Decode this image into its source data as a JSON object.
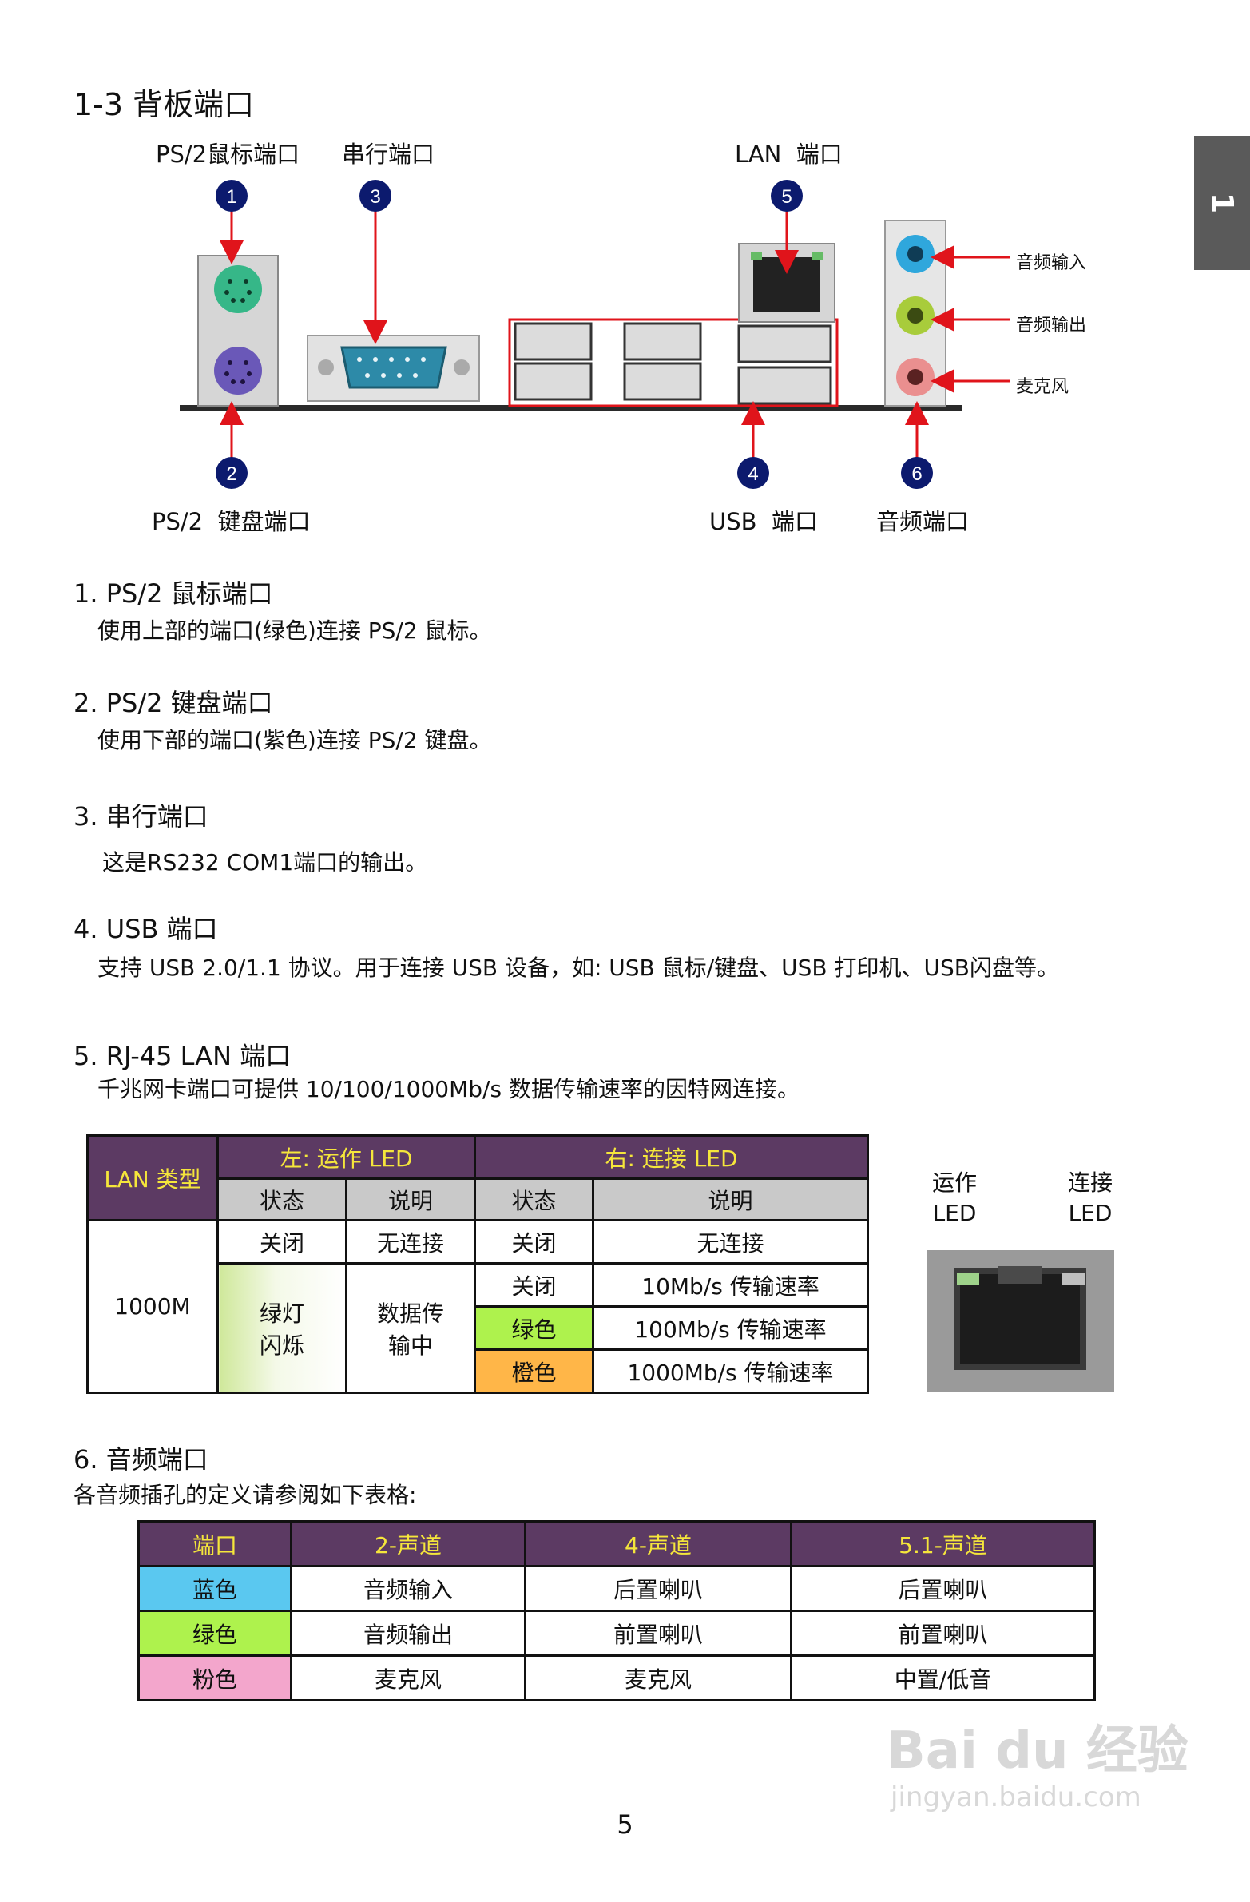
{
  "heading": "1-3 背板端口",
  "side_tab": "1",
  "diagram": {
    "labels": {
      "ps2_mouse": "PS/2鼠标端口",
      "serial": "串行端口",
      "lan": "LAN  端口",
      "ps2_keyboard": "PS/2  键盘端口",
      "usb": "USB  端口",
      "audio": "音频端口",
      "audio_in": "音频输入",
      "audio_out": "音频输出",
      "mic": "麦克风"
    },
    "markers": [
      "1",
      "2",
      "3",
      "4",
      "5",
      "6"
    ]
  },
  "sections": [
    {
      "title": "1. PS/2 鼠标端口",
      "body": "使用上部的端口(绿色)连接 PS/2 鼠标。"
    },
    {
      "title": "2. PS/2 键盘端口",
      "body": "使用下部的端口(紫色)连接 PS/2 键盘。"
    },
    {
      "title": "3. 串行端口",
      "body": "这是RS232 COM1端口的输出。"
    },
    {
      "title": "4. USB 端口",
      "body": "支持 USB 2.0/1.1 协议。用于连接 USB 设备，如: USB 鼠标/键盘、USB 打印机、USB闪盘等。"
    },
    {
      "title": "5. RJ-45 LAN 端口",
      "body": "千兆网卡端口可提供 10/100/1000Mb/s 数据传输速率的因特网连接。"
    },
    {
      "title": "6. 音频端口",
      "body": "各音频插孔的定义请参阅如下表格:"
    }
  ],
  "lan_table": {
    "type_header": "LAN 类型",
    "left_header": "左: 运作 LED",
    "right_header": "右: 连接 LED",
    "state": "状态",
    "desc": "说明",
    "type_value": "1000M",
    "r1": {
      "l_state": "关闭",
      "l_desc": "无连接",
      "r_state": "关闭",
      "r_desc": "无连接"
    },
    "l_state2": "绿灯闪烁",
    "l_desc2": "数据传输中",
    "r2": {
      "state": "关闭",
      "desc": "10Mb/s 传输速率"
    },
    "r3": {
      "state": "绿色",
      "desc": "100Mb/s 传输速率"
    },
    "r4": {
      "state": "橙色",
      "desc": "1000Mb/s 传输速率"
    }
  },
  "led_labels": {
    "left": "运作 LED",
    "right": "连接 LED"
  },
  "audio_table": {
    "headers": [
      "端口",
      "2-声道",
      "4-声道",
      "5.1-声道"
    ],
    "rows": [
      [
        "蓝色",
        "音频输入",
        "后置喇叭",
        "后置喇叭"
      ],
      [
        "绿色",
        "音频输出",
        "前置喇叭",
        "前置喇叭"
      ],
      [
        "粉色",
        "麦克风",
        "麦克风",
        "中置/低音"
      ]
    ]
  },
  "page_number": "5",
  "watermark": {
    "logo": "Bai du 经验",
    "url": "jingyan.baidu.com"
  },
  "colors": {
    "header_purple": "#5c3a63",
    "header_yellow": "#f5e63b",
    "marker_blue": "#0c1a6e",
    "arrow_red": "#e0141b"
  }
}
